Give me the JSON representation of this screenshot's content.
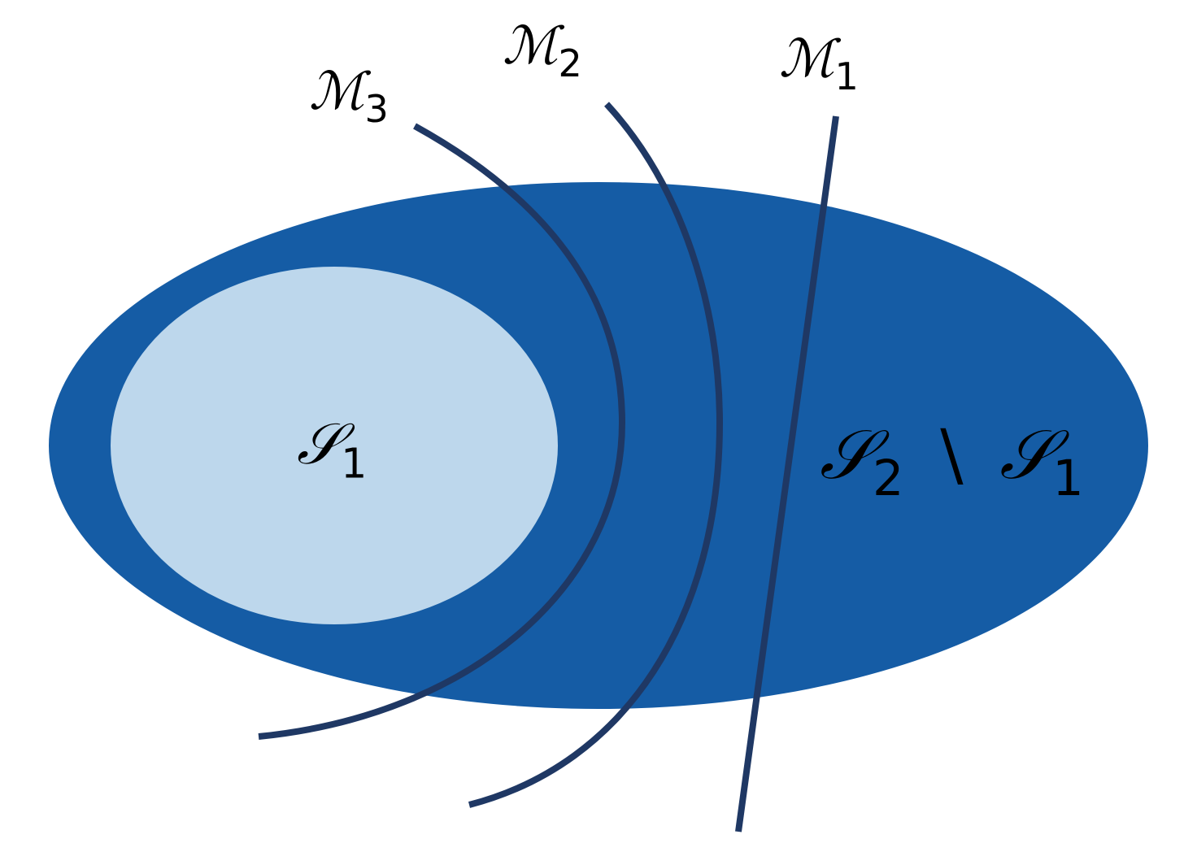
{
  "diagram": {
    "colors": {
      "outer_ellipse": "#155ca5",
      "inner_ellipse": "#bdd7ec",
      "curves": "#1f3864",
      "text": "#000000"
    },
    "regions": {
      "inner": {
        "symbol": "𝒮",
        "subscript": "1"
      },
      "outer": {
        "symbol_a": "𝒮",
        "subscript_a": "2",
        "operator": "\\",
        "symbol_b": "𝒮",
        "subscript_b": "1"
      }
    },
    "curves": [
      {
        "symbol": "ℳ",
        "subscript": "1"
      },
      {
        "symbol": "ℳ",
        "subscript": "2"
      },
      {
        "symbol": "ℳ",
        "subscript": "3"
      }
    ]
  }
}
